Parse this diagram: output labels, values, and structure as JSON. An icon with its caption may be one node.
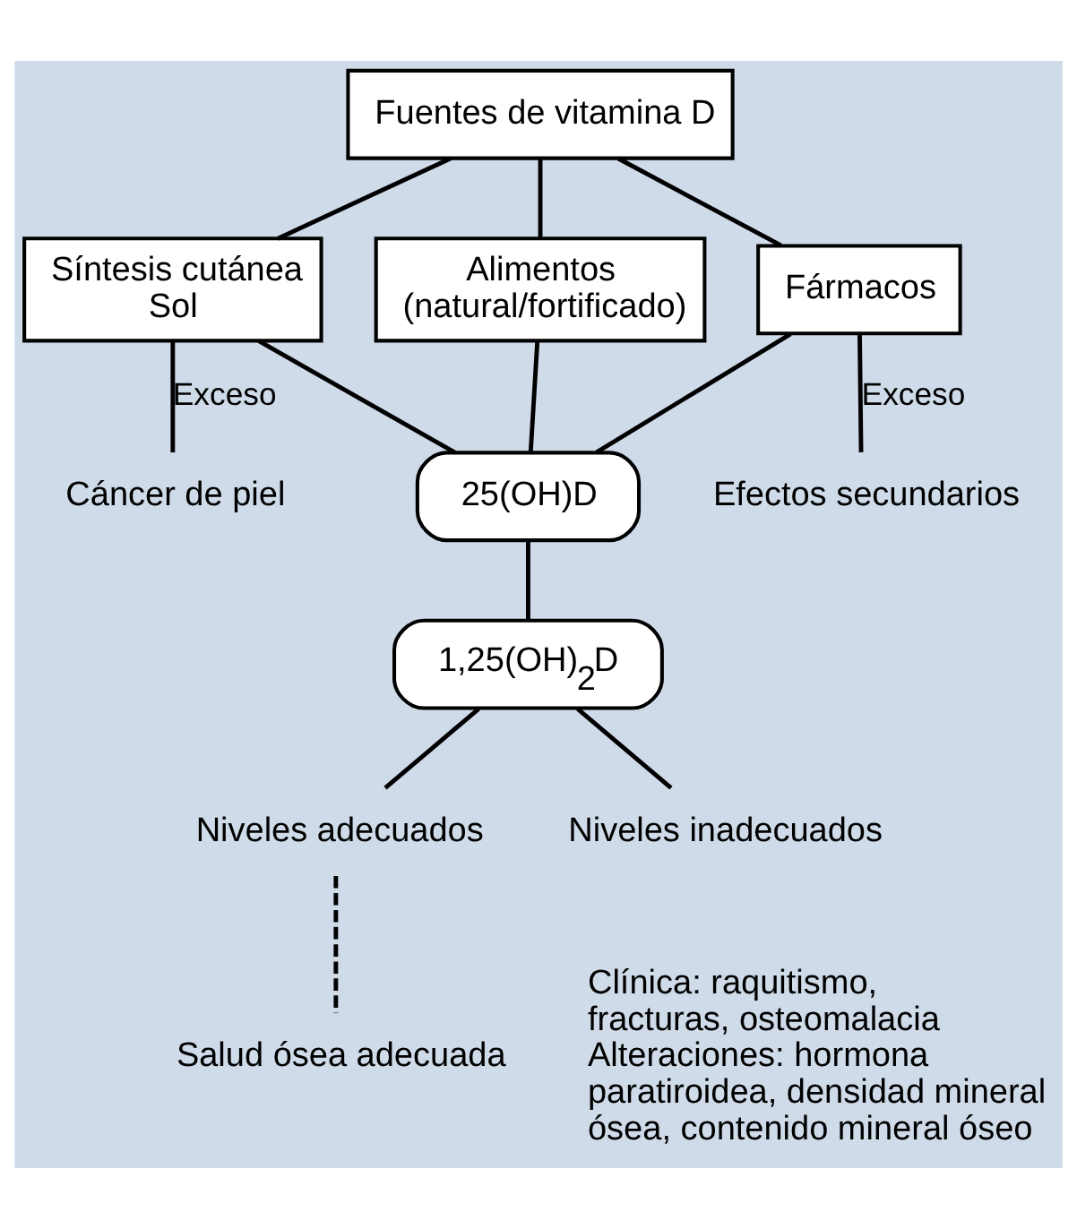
{
  "diagram": {
    "nodes": [
      {
        "text": [
          "Fuentes de vitamina D"
        ]
      },
      {
        "text": [
          "Síntesis cutánea Sol"
        ]
      },
      {
        "text": [
          "Alimentos (natural/fortificado)"
        ]
      },
      {
        "text": [
          "Fármacos"
        ]
      },
      {
        "text": [
          "Cáncer de piel"
        ]
      },
      {
        "text": [
          "25(OH)D"
        ]
      },
      {
        "text": [
          "Efectos secundarios"
        ]
      },
      {
        "text": [
          "1,25(OH)$_{2}$D"
        ]
      },
      {
        "text": [
          "Niveles adecuados"
        ]
      },
      {
        "text": [
          "Niveles inadecuados"
        ]
      },
      {
        "text": [
          "Salud ósea adecuada"
        ]
      },
      {
        "text": [
          "Clínica: raquitismo, fracturas, osteomalacia",
          "Alteraciones: hormona paratiroidea, densidad mineral ósea, contenido mineral óseo"
        ]
      }
    ],
    "edges": [
      {
        "from": 0,
        "to": 1,
        "arrow": "none"
      },
      {
        "from": 0,
        "to": 2,
        "arrow": "none"
      },
      {
        "from": 0,
        "to": 3,
        "arrow": "none"
      },
      {
        "from": 1,
        "to": 4,
        "arrow": "none",
        "label": "Exceso"
      },
      {
        "from": 1,
        "to": 5,
        "arrow": "none"
      },
      {
        "from": 2,
        "to": 5,
        "arrow": "none"
      },
      {
        "from": 3,
        "to": 5,
        "arrow": "none"
      },
      {
        "from": 3,
        "to": 6,
        "arrow": "none",
        "label": "Exceso"
      },
      {
        "from": 5,
        "to": 7,
        "arrow": "none"
      },
      {
        "from": 7,
        "to": 8,
        "arrow": "none"
      },
      {
        "from": 7,
        "to": 9,
        "arrow": "none"
      },
      {
        "from": 8,
        "to": 10,
        "arrow": "none",
        "style": "dashed"
      }
    ]
  }
}
